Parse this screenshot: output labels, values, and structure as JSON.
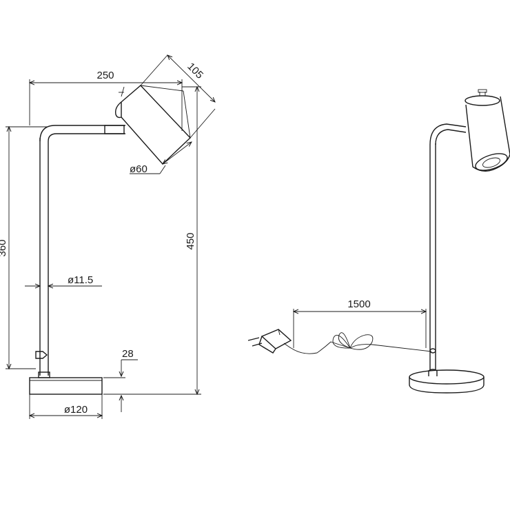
{
  "dimensions": {
    "width_total": "250",
    "shade_length": "105",
    "shade_diameter": "ø60",
    "arm_height": "360",
    "total_height": "450",
    "stem_diameter": "ø11.5",
    "base_height": "28",
    "base_diameter": "ø120",
    "cable_length": "1500"
  },
  "views": [
    "side-dimension-view",
    "perspective-view"
  ]
}
